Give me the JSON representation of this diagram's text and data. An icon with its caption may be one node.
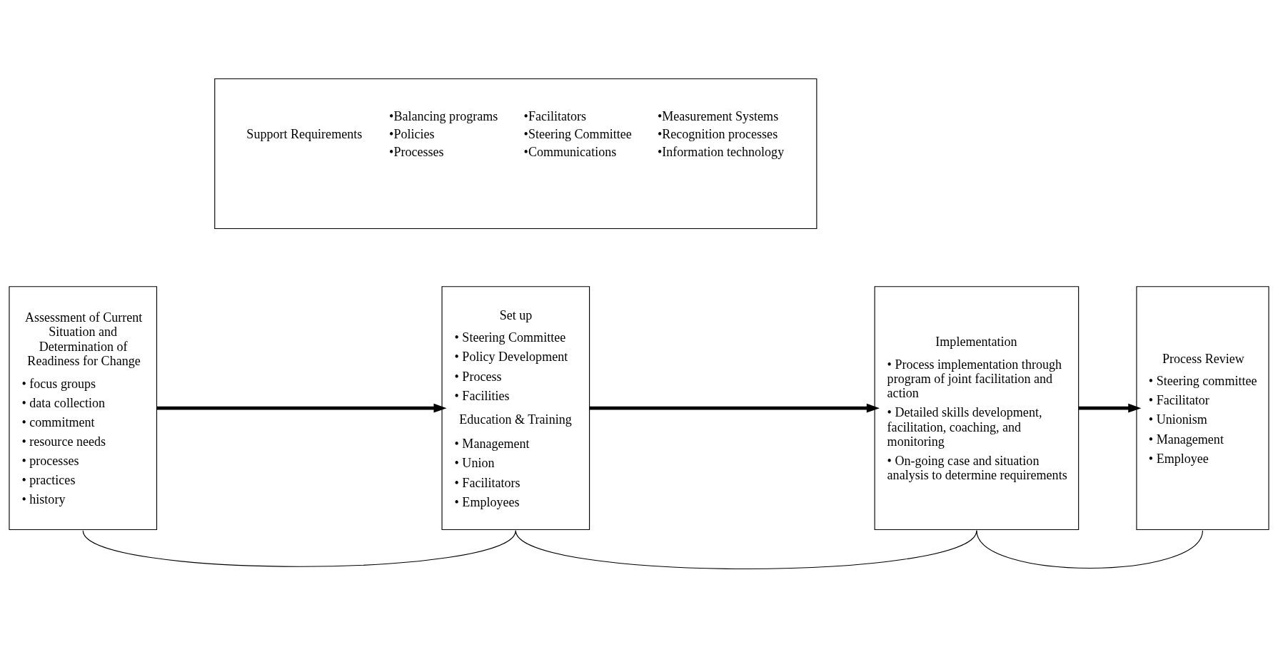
{
  "diagram": {
    "nodes": [
      {
        "text": [
          "Assessment of Current Situation and Determination of Readiness for Change",
          "• focus groups",
          "• data collection",
          "• commitment",
          "• resource needs",
          "• processes",
          "• practices",
          "• history"
        ]
      },
      {
        "text": [
          "Set up",
          "• Steering Committee",
          "• Policy Development",
          "• Process",
          "• Facilities",
          "Education & Training",
          "• Management",
          "• Union",
          "• Facilitators",
          "• Employees"
        ]
      },
      {
        "text": [
          "Implementation",
          "• Process implementation through program of joint facilitation and action",
          "• Detailed skills development, facilitation, coaching, and monitoring",
          "• On-going case and situation analysis to determine requirements"
        ]
      },
      {
        "text": [
          "Process Review",
          "• Steering committee",
          "• Facilitator",
          "• Unionism",
          "• Management",
          "• Employee"
        ]
      },
      {
        "text": [
          "Support Requirements",
          "•Balancing programs",
          "•Policies",
          "•Processes",
          "•Facilitators",
          "•Steering Committee",
          "•Communications",
          "•Measurement Systems",
          "•Recognition processes",
          "•Information technology"
        ]
      }
    ],
    "edges": [
      {
        "from": 0,
        "to": 1,
        "arrow": "to",
        "style": "thick"
      },
      {
        "from": 1,
        "to": 2,
        "arrow": "to",
        "style": "thick"
      },
      {
        "from": 2,
        "to": 3,
        "arrow": "to",
        "style": "thick"
      },
      {
        "from": 0,
        "to": 1,
        "arrow": "none"
      },
      {
        "from": 1,
        "to": 2,
        "arrow": "none"
      },
      {
        "from": 2,
        "to": 3,
        "arrow": "none"
      }
    ]
  }
}
